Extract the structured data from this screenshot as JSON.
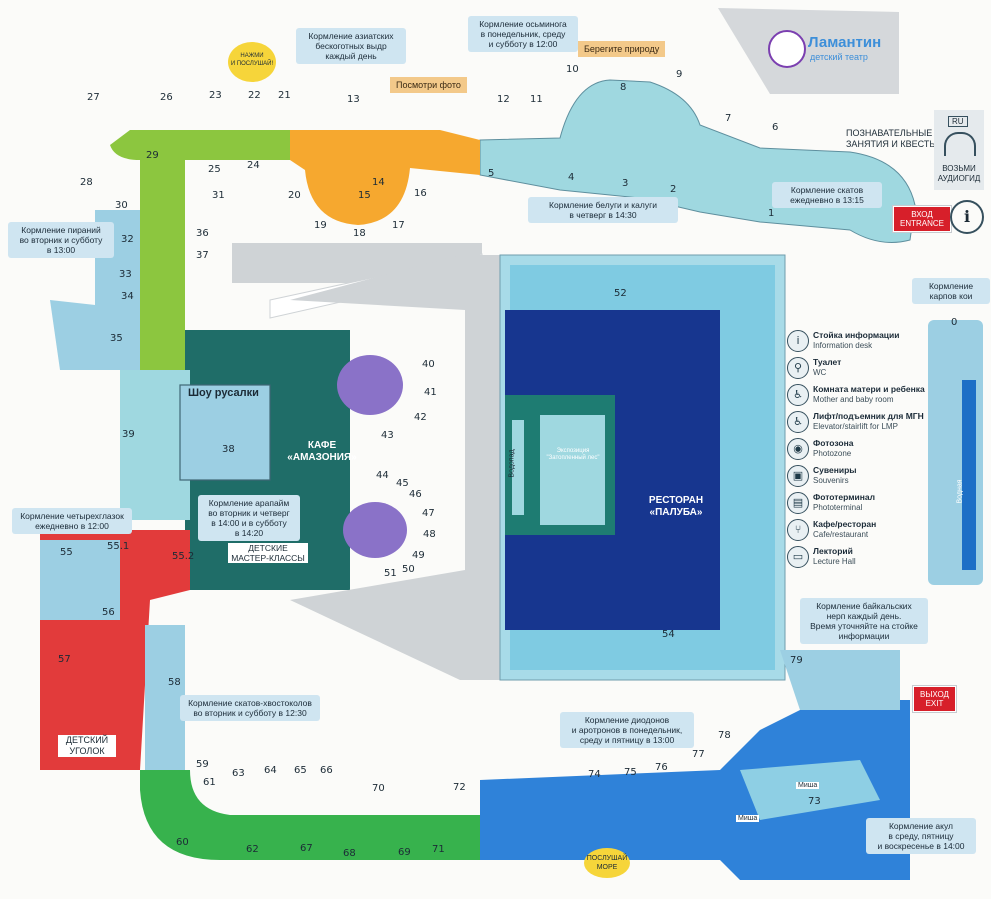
{
  "theater": {
    "name": "Ламантин",
    "subtitle": "детский театр"
  },
  "cafe_amazonia": "КАФЕ\n«АМАЗОНИЯ»",
  "restaurant_paluba": "РЕСТОРАН\n«ПАЛУБА»",
  "mermaid_show": "Шоу русалки",
  "exposition": "Экспозиция\n\"Затопленный лес\"",
  "waterfall": "Водопад",
  "water_reservoir": "Водная",
  "kids_corner": "ДЕТСКИЙ\nУГОЛОК",
  "masterclasses": "ДЕТСКИЕ\nМАСТЕР-КЛАССЫ",
  "cognitive": "ПОЗНАВАТЕЛЬНЫЕ\nЗАНЯТИЯ И КВЕСТЫ",
  "audioguide": "ВОЗЬМИ\nАУДИОГИД",
  "audioguide_badge": "RU",
  "entrance": "ВХОД\nENTRANCE",
  "exit": "ВЫХОД\nEXIT",
  "press_and_listen": "НАЖМИ\nИ ПОСЛУШАЙ!",
  "listen_sea": "ПОСЛУШАЙ\nМОРЕ",
  "view_photo": "Посмотри фото",
  "protect_nature": "Берегите природу",
  "misha": "Миша",
  "notes": {
    "asian_otters": "Кормление азиатских\nбескоготных выдр\nкаждый день",
    "octopus": "Кормление осьминога\nв понедельник, среду\nи субботу в 12:00",
    "rays": "Кормление скатов\nежедневно в 13:15",
    "beluga": "Кормление белуги и калуги\nв четверг в 14:30",
    "piranhas": "Кормление пираний\nво вторник и субботу\nв 13:00",
    "koi": "Кормление\nкарпов кои",
    "four_eyed": "Кормление четырехглазок\nежедневно в 12:00",
    "arapaima": "Кормление арапайм\nво вторник и четверг\nв 14:00 и в субботу\nв 14:20",
    "stingrays": "Кормление скатов-хвостоколов\nво вторник и субботу в 12:30",
    "seals": "Кормление байкальских\nнерп каждый день.\nВремя уточняйте на стойке\nинформации",
    "diodons": "Кормление диодонов\nи аротронов в понедельник,\nсреду и пятницу в 13:00",
    "sharks": "Кормление акул\nв среду, пятницу\nи воскресенье в 14:00"
  },
  "legend": [
    {
      "icon": "info-icon",
      "glyph": "i",
      "ru": "Стойка информации",
      "en": "Information desk"
    },
    {
      "icon": "wc-icon",
      "glyph": "⚲",
      "ru": "Туалет",
      "en": "WC"
    },
    {
      "icon": "mother-baby-icon",
      "glyph": "♿",
      "ru": "Комната матери и ребенка",
      "en": "Mother and baby room"
    },
    {
      "icon": "elevator-icon",
      "glyph": "♿",
      "ru": "Лифт/подъемник для МГН",
      "en": "Elevator/stairlift for LMP"
    },
    {
      "icon": "photozone-icon",
      "glyph": "◉",
      "ru": "Фотозона",
      "en": "Photozone"
    },
    {
      "icon": "souvenirs-icon",
      "glyph": "▣",
      "ru": "Сувениры",
      "en": "Souvenirs"
    },
    {
      "icon": "photo-terminal-icon",
      "glyph": "▤",
      "ru": "Фототерминал",
      "en": "Phototerminal"
    },
    {
      "icon": "cafe-icon",
      "glyph": "⑂",
      "ru": "Кафе/ресторан",
      "en": "Cafe/restaurant"
    },
    {
      "icon": "lecture-icon",
      "glyph": "▭",
      "ru": "Лекторий",
      "en": "Lecture Hall"
    }
  ],
  "zones": [
    "0",
    "1",
    "2",
    "3",
    "4",
    "5",
    "6",
    "7",
    "8",
    "9",
    "10",
    "11",
    "12",
    "13",
    "14",
    "15",
    "16",
    "17",
    "18",
    "19",
    "20",
    "21",
    "22",
    "23",
    "24",
    "25",
    "26",
    "27",
    "28",
    "29",
    "30",
    "31",
    "32",
    "33",
    "34",
    "35",
    "36",
    "37",
    "38",
    "39",
    "40",
    "41",
    "42",
    "43",
    "44",
    "45",
    "46",
    "47",
    "48",
    "49",
    "50",
    "51",
    "52",
    "54",
    "55",
    "55.1",
    "55.2",
    "56",
    "57",
    "58",
    "59",
    "60",
    "61",
    "62",
    "63",
    "64",
    "65",
    "66",
    "67",
    "68",
    "69",
    "70",
    "71",
    "72",
    "73",
    "74",
    "75",
    "76",
    "77",
    "78",
    "79"
  ],
  "colors": {
    "water": "#8ecfe4",
    "deep": "#17368f",
    "green": "#8cc63f",
    "orange": "#f3a93a",
    "red": "#e23b3b",
    "teal": "#1e6f69",
    "grey": "#cfd3d6",
    "pool": "#7fcbe2"
  }
}
